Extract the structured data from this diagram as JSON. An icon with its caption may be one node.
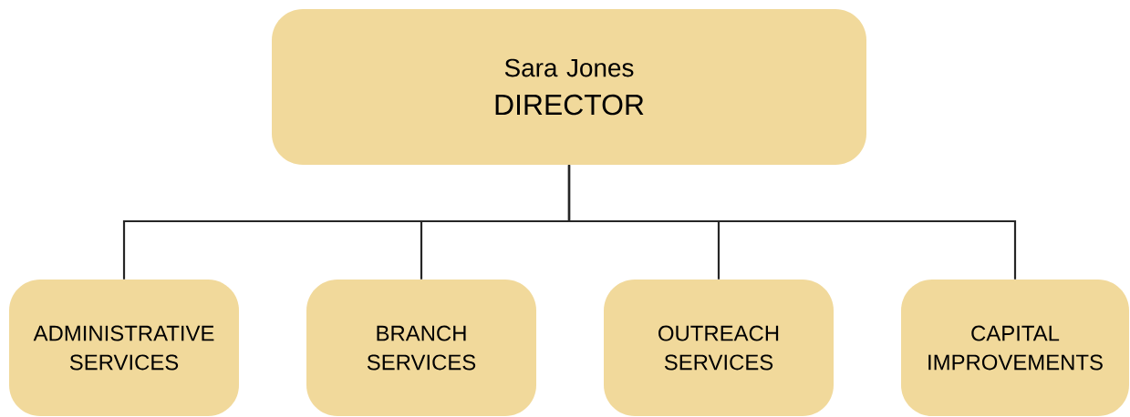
{
  "diagram": {
    "nodes": [
      {
        "text": [
          "Sara Jones",
          "DIRECTOR"
        ]
      },
      {
        "text": [
          "ADMINISTRATIVE SERVICES"
        ]
      },
      {
        "text": [
          "BRANCH SERVICES"
        ]
      },
      {
        "text": [
          "OUTREACH SERVICES"
        ]
      },
      {
        "text": [
          "CAPITAL IMPROVEMENTS"
        ]
      }
    ],
    "edges": [
      {
        "from": 0,
        "to": 1,
        "arrow": "none"
      },
      {
        "from": 0,
        "to": 2,
        "arrow": "none"
      },
      {
        "from": 0,
        "to": 3,
        "arrow": "none"
      },
      {
        "from": 0,
        "to": 4,
        "arrow": "none"
      }
    ]
  }
}
